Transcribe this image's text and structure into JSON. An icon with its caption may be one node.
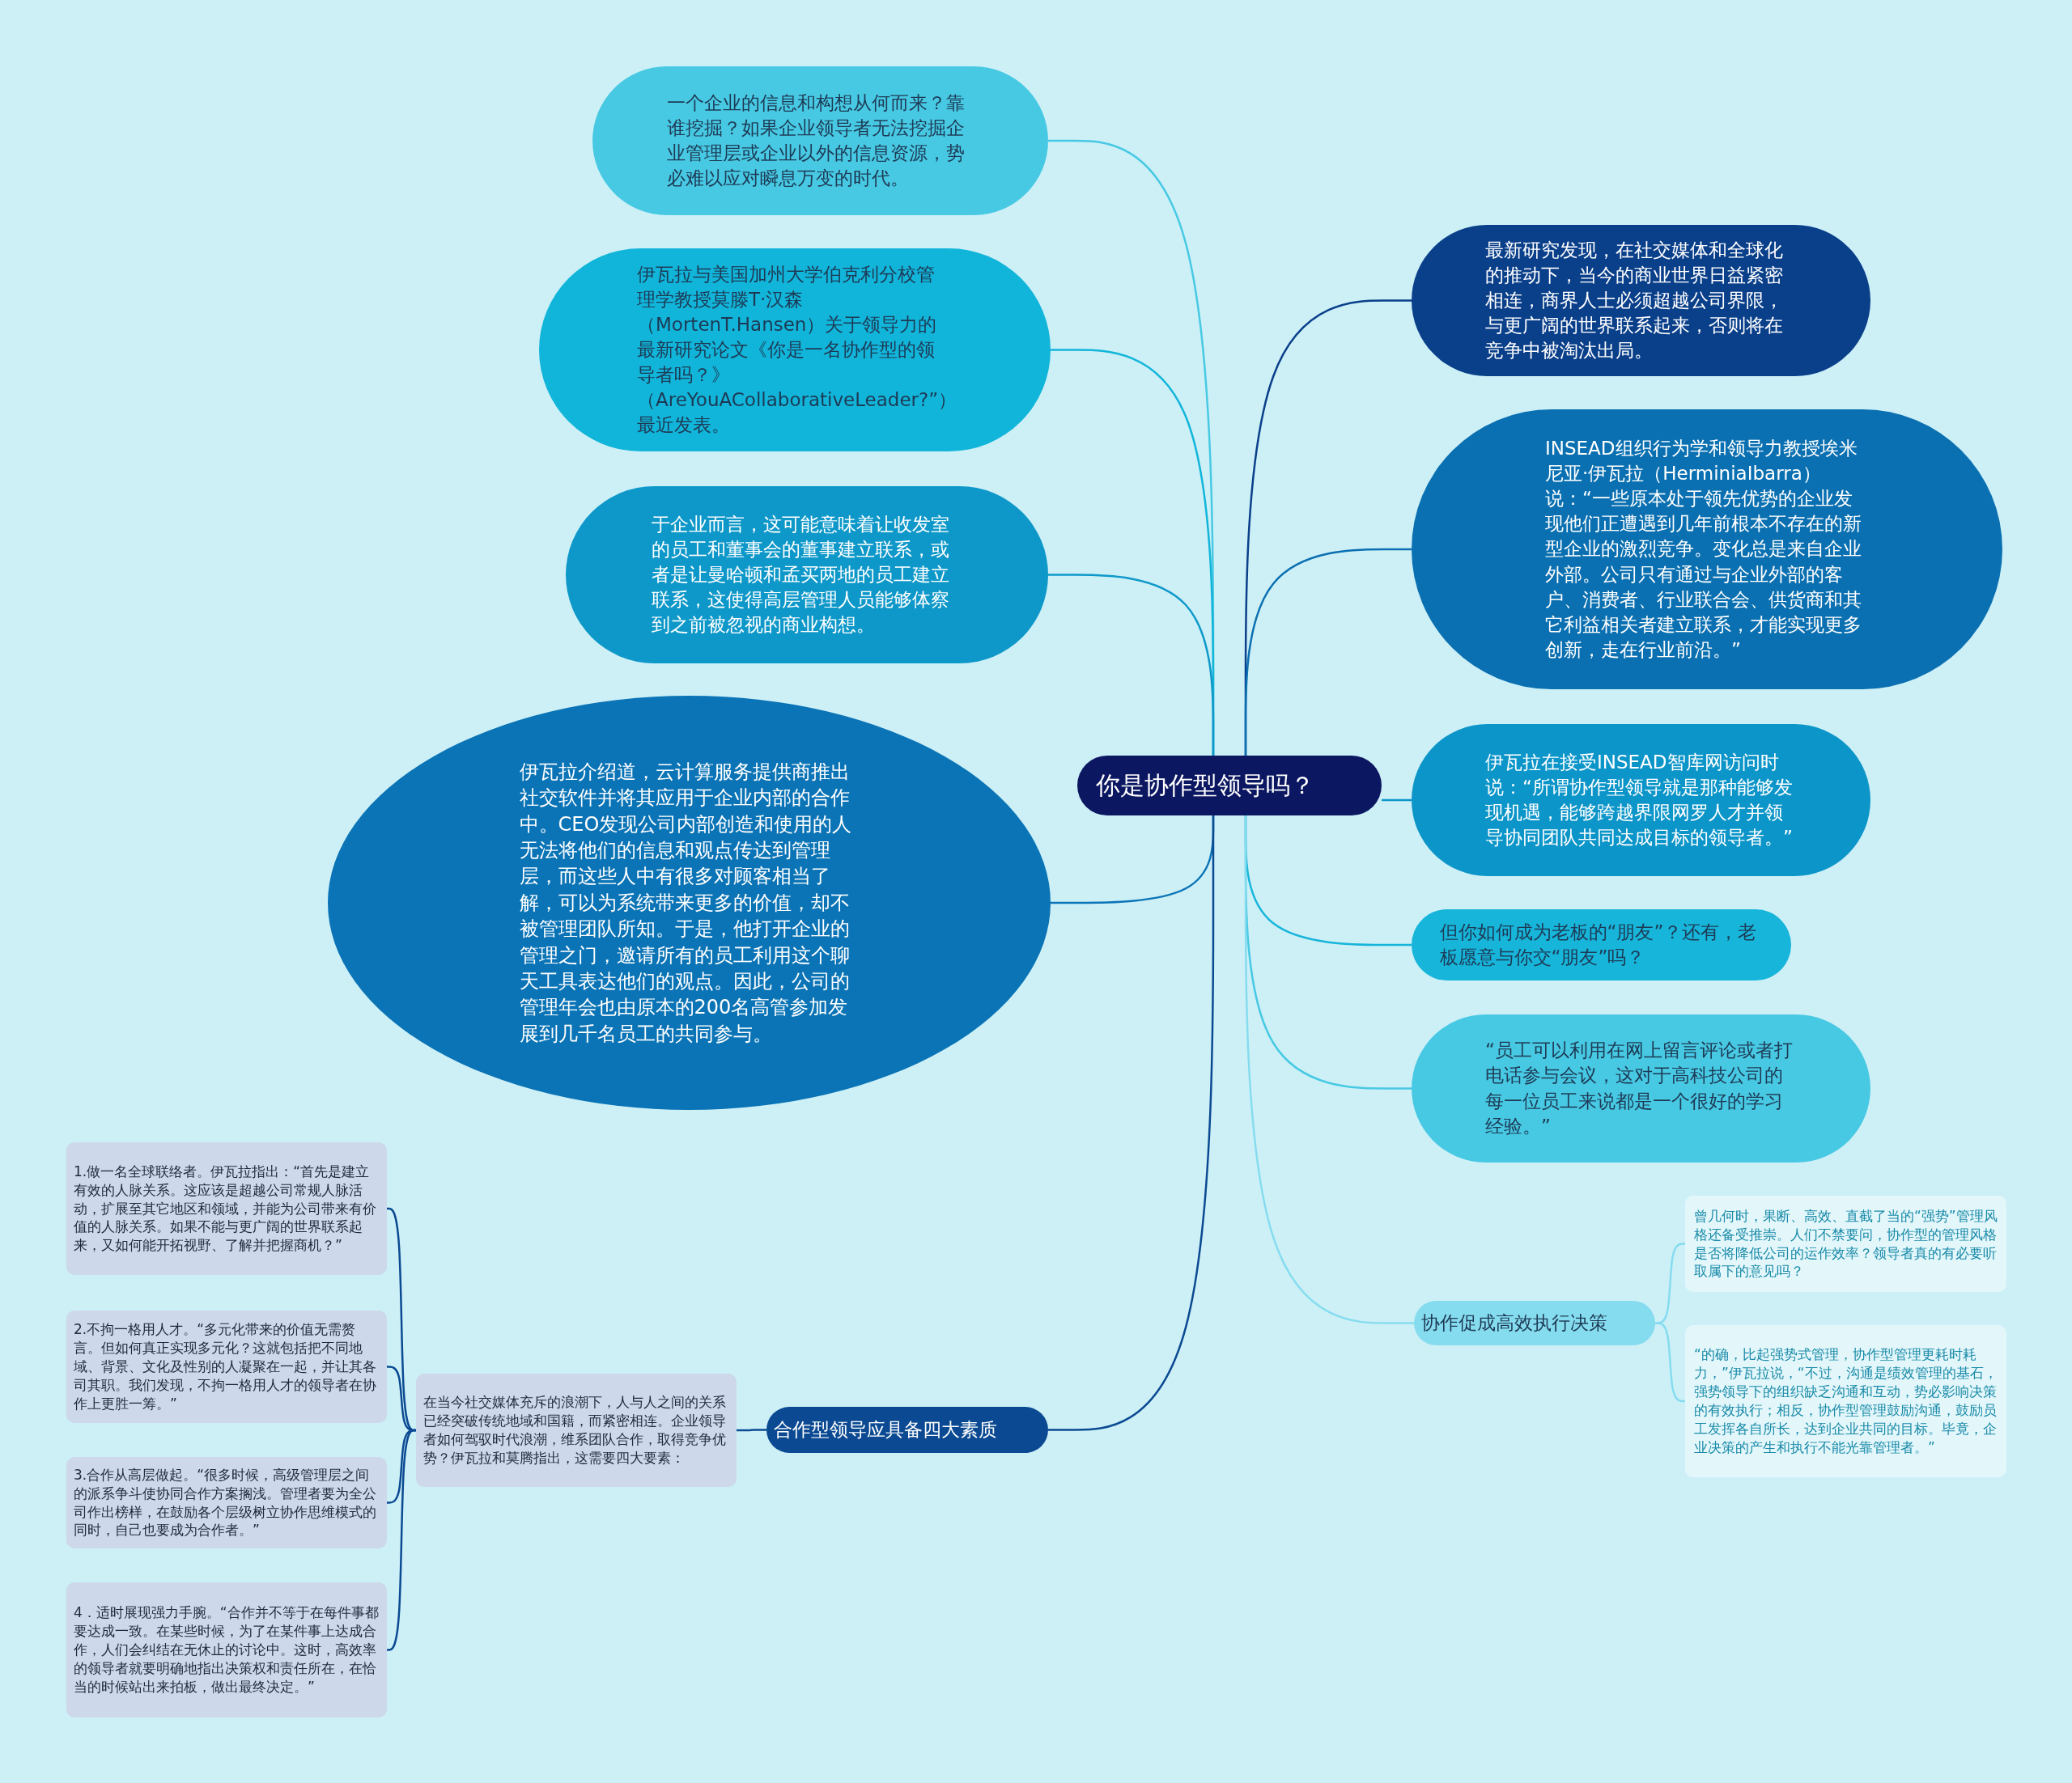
{
  "diagram": {
    "nodes": [
      {
        "text": [
          "你是协作型领导吗？"
        ]
      },
      {
        "text": [
          "一个企业的信息和构想从何而来？靠谁挖掘？如果企业领导者无法挖掘企业管理层或企业以外的信息资源，势必难以应对瞬息万变的时代。"
        ]
      },
      {
        "text": [
          "伊瓦拉与美国加州大学伯克利分校管理学教授莫滕T·汉森（MortenT.Hansen）关于领导力的最新研究论文《你是一名协作型的领导者吗？》（AreYouACollaborativeLeader?”）最近发表。"
        ]
      },
      {
        "text": [
          "于企业而言，这可能意味着让收发室的员工和董事会的董事建立联系，或者是让曼哈顿和孟买两地的员工建立联系，这使得高层管理人员能够体察到之前被忽视的商业构想。"
        ]
      },
      {
        "text": [
          "伊瓦拉介绍道，云计算服务提供商推出社交软件并将其应用于企业内部的合作中。CEO发现公司内部创造和使用的人无法将他们的信息和观点传达到管理层，而这些人中有很多对顾客相当了解，可以为系统带来更多的价值，却不被管理团队所知。于是，他打开企业的管理之门，邀请所有的员工利用这个聊天工具表达他们的观点。因此，公司的管理年会也由原本的200名高管参加发展到几千名员工的共同参与。"
        ]
      },
      {
        "text": [
          "最新研究发现，在社交媒体和全球化的推动下，当今的商业世界日益紧密相连，商界人士必须超越公司界限，与更广阔的世界联系起来，否则将在竞争中被淘汰出局。"
        ]
      },
      {
        "text": [
          "INSEAD组织行为学和领导力教授埃米尼亚·伊瓦拉（HerminiaIbarra）说：“一些原本处于领先优势的企业发现他们正遭遇到几年前根本不存在的新型企业的激烈竞争。变化总是来自企业外部。公司只有通过与企业外部的客户、消费者、行业联合会、供货商和其它利益相关者建立联系，才能实现更多创新，走在行业前沿。”"
        ]
      },
      {
        "text": [
          "伊瓦拉在接受INSEAD智库网访问时说：“所谓协作型领导就是那种能够发现机遇，能够跨越界限网罗人才并领导协同团队共同达成目标的领导者。”"
        ]
      },
      {
        "text": [
          "但你如何成为老板的“朋友”？还有，老板愿意与你交“朋友”吗？"
        ]
      },
      {
        "text": [
          "“员工可以利用在网上留言评论或者打电话参与会议，这对于高科技公司的每一位员工来说都是一个很好的学习经验。”"
        ]
      },
      {
        "text": [
          "协作促成高效执行决策"
        ]
      },
      {
        "text": [
          "曾几何时，果断、高效、直截了当的“强势”管理风格还备受推崇。人们不禁要问，协作型的管理风格是否将降低公司的运作效率？领导者真的有必要听取属下的意见吗？"
        ]
      },
      {
        "text": [
          "“的确，比起强势式管理，协作型管理更耗时耗力，”伊瓦拉说，“不过，沟通是绩效管理的基石，强势领导下的组织缺乏沟通和互动，势必影响决策的有效执行；相反，协作型管理鼓励沟通，鼓励员工发挥各自所长，达到企业共同的目标。毕竟，企业决策的产生和执行不能光靠管理者。”"
        ]
      },
      {
        "text": [
          "合作型领导应具备四大素质"
        ]
      },
      {
        "text": [
          "在当今社交媒体充斥的浪潮下，人与人之间的关系已经突破传统地域和国籍，而紧密相连。企业领导者如何驾驭时代浪潮，维系团队合作，取得竞争优势？伊瓦拉和莫腾指出，这需要四大要素："
        ]
      },
      {
        "text": [
          "1.做一名全球联络者。伊瓦拉指出：“首先是建立有效的人脉关系。这应该是超越公司常规人脉活动，扩展至其它地区和领域，并能为公司带来有价值的人脉关系。如果不能与更广阔的世界联系起来，又如何能开拓视野、了解并把握商机？”"
        ]
      },
      {
        "text": [
          "2.不拘一格用人才。“多元化带来的价值无需赘言。但如何真正实现多元化？这就包括把不同地域、背景、文化及性别的人凝聚在一起，并让其各司其职。我们发现，不拘一格用人才的领导者在协作上更胜一筹。”"
        ]
      },
      {
        "text": [
          "3.合作从高层做起。“很多时候，高级管理层之间的派系争斗使协同合作方案搁浅。管理者要为全公司作出榜样，在鼓励各个层级树立协作思维模式的同时，自己也要成为合作者。”"
        ]
      },
      {
        "text": [
          "4．适时展现强力手腕。“合作并不等于在每件事都要达成一致。在某些时候，为了在某件事上达成合作，人们会纠结在无休止的讨论中。这时，高效率的领导者就要明确地指出决策权和责任所在，在恰当的时候站出来拍板，做出最终决定。”"
        ]
      }
    ],
    "edges": [
      {
        "from": 0,
        "to": 1,
        "arrow": "none",
        "color": "#48c9e3"
      },
      {
        "from": 0,
        "to": 2,
        "arrow": "none",
        "color": "#12b5da"
      },
      {
        "from": 0,
        "to": 3,
        "arrow": "none",
        "color": "#0e98c9"
      },
      {
        "from": 0,
        "to": 4,
        "arrow": "none",
        "color": "#0b74b6"
      },
      {
        "from": 0,
        "to": 5,
        "arrow": "none",
        "color": "#0a3f8a"
      },
      {
        "from": 0,
        "to": 6,
        "arrow": "none",
        "color": "#0b70b1"
      },
      {
        "from": 0,
        "to": 7,
        "arrow": "none",
        "color": "#0c95c9"
      },
      {
        "from": 0,
        "to": 8,
        "arrow": "none",
        "color": "#17b5da"
      },
      {
        "from": 0,
        "to": 9,
        "arrow": "none",
        "color": "#48c9e3"
      },
      {
        "from": 0,
        "to": 10,
        "arrow": "none",
        "color": "#86dcef"
      },
      {
        "from": 0,
        "to": 13,
        "arrow": "none",
        "color": "#0b4a92"
      },
      {
        "from": 10,
        "to": 11,
        "arrow": "none",
        "color": "#86dcef"
      },
      {
        "from": 10,
        "to": 12,
        "arrow": "none",
        "color": "#86dcef"
      },
      {
        "from": 13,
        "to": 14,
        "arrow": "none",
        "color": "#0b4a92"
      },
      {
        "from": 14,
        "to": 15,
        "arrow": "none",
        "color": "#0b4a92"
      },
      {
        "from": 14,
        "to": 16,
        "arrow": "none",
        "color": "#0b4a92"
      },
      {
        "from": 14,
        "to": 17,
        "arrow": "none",
        "color": "#0b4a92"
      },
      {
        "from": 14,
        "to": 18,
        "arrow": "none",
        "color": "#0b4a92"
      }
    ]
  }
}
